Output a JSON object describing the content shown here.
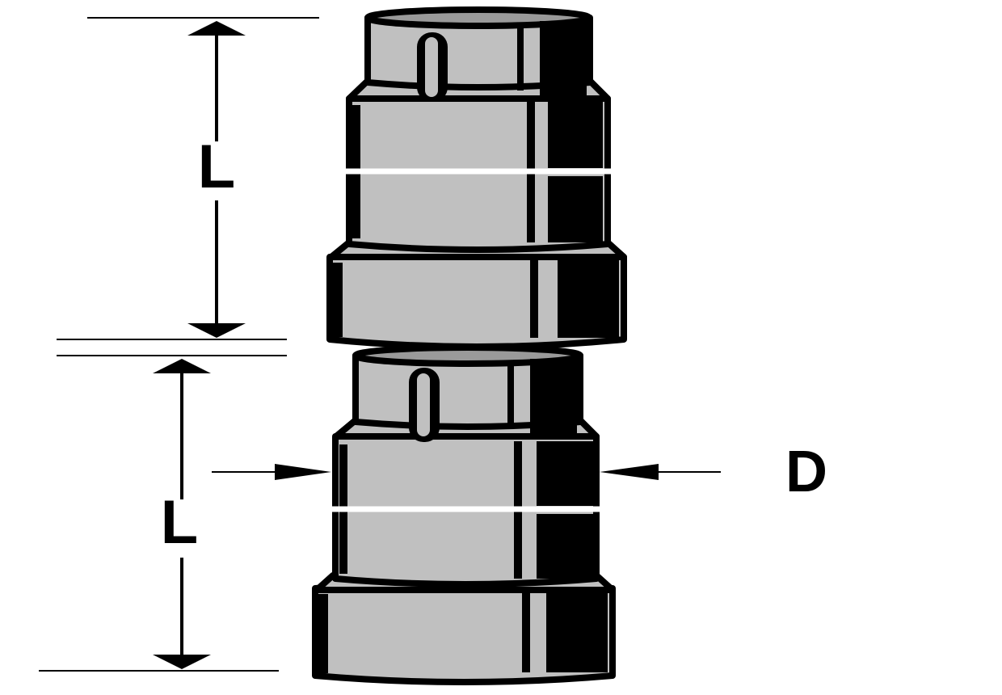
{
  "labels": {
    "upper_length": "L",
    "lower_length": "L",
    "diameter": "D"
  },
  "colors": {
    "body": "#c0c0c0",
    "shade": "#000000",
    "outline": "#000000",
    "background": "#ffffff"
  }
}
